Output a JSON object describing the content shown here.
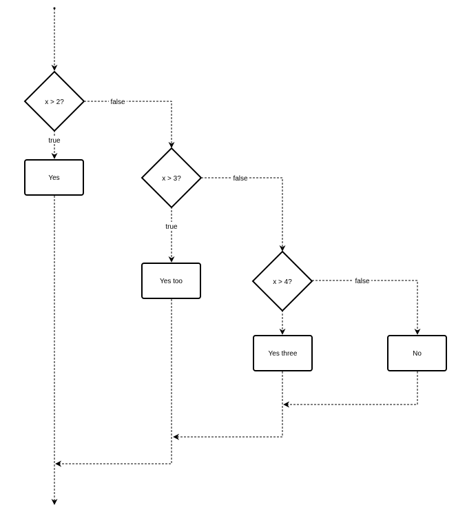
{
  "diagram": {
    "nodes": {
      "cond1": {
        "text": "x > 2?"
      },
      "yes1": {
        "text": "Yes"
      },
      "cond2": {
        "text": "x > 3?"
      },
      "yes2": {
        "text": "Yes too"
      },
      "cond3": {
        "text": "x > 4?"
      },
      "yes3": {
        "text": "Yes three"
      },
      "no": {
        "text": "No"
      }
    },
    "edge_labels": {
      "c1_false": "false",
      "c1_true": "true",
      "c2_false": "false",
      "c2_true": "true",
      "c3_false": "false"
    }
  }
}
